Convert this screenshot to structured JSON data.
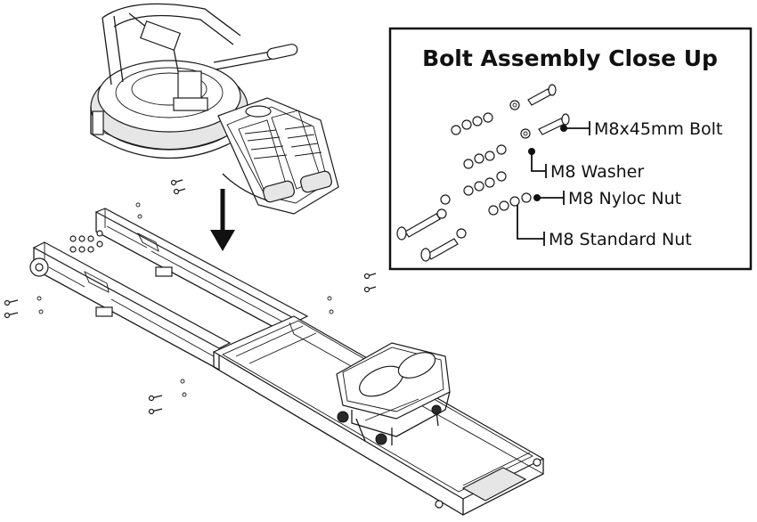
{
  "inset": {
    "title": "Bolt Assembly Close Up",
    "callouts": [
      {
        "id": "bolt",
        "label": "M8x45mm Bolt"
      },
      {
        "id": "washer",
        "label": "M8 Washer"
      },
      {
        "id": "nyloc",
        "label": "M8 Nyloc Nut"
      },
      {
        "id": "standard",
        "label": "M8 Standard Nut"
      }
    ]
  },
  "colors": {
    "ink": "#1a1a1a",
    "background": "#ffffff"
  },
  "icons": {
    "arrow": "down-arrow-icon"
  }
}
